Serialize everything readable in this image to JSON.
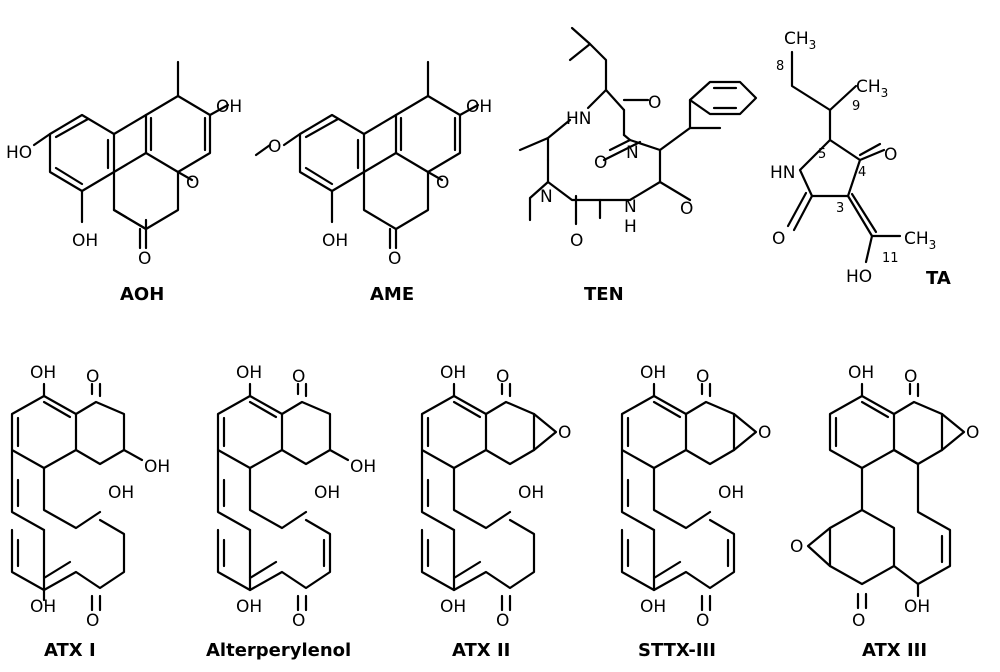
{
  "compounds": [
    {
      "name": "AOH"
    },
    {
      "name": "AME"
    },
    {
      "name": "TEN"
    },
    {
      "name": "TA"
    },
    {
      "name": "ATX I"
    },
    {
      "name": "Alterperylenol"
    },
    {
      "name": "ATX II"
    },
    {
      "name": "STTX-III"
    },
    {
      "name": "ATX III"
    }
  ],
  "labels": {
    "OH": "OH",
    "HO": "HO",
    "O": "O",
    "N": "N",
    "H": "H",
    "HN": "HN",
    "CH3": "CH",
    "three": "3",
    "n3": "3",
    "n4": "4",
    "n5": "5",
    "n8": "8",
    "n9": "9",
    "n11": "11"
  }
}
